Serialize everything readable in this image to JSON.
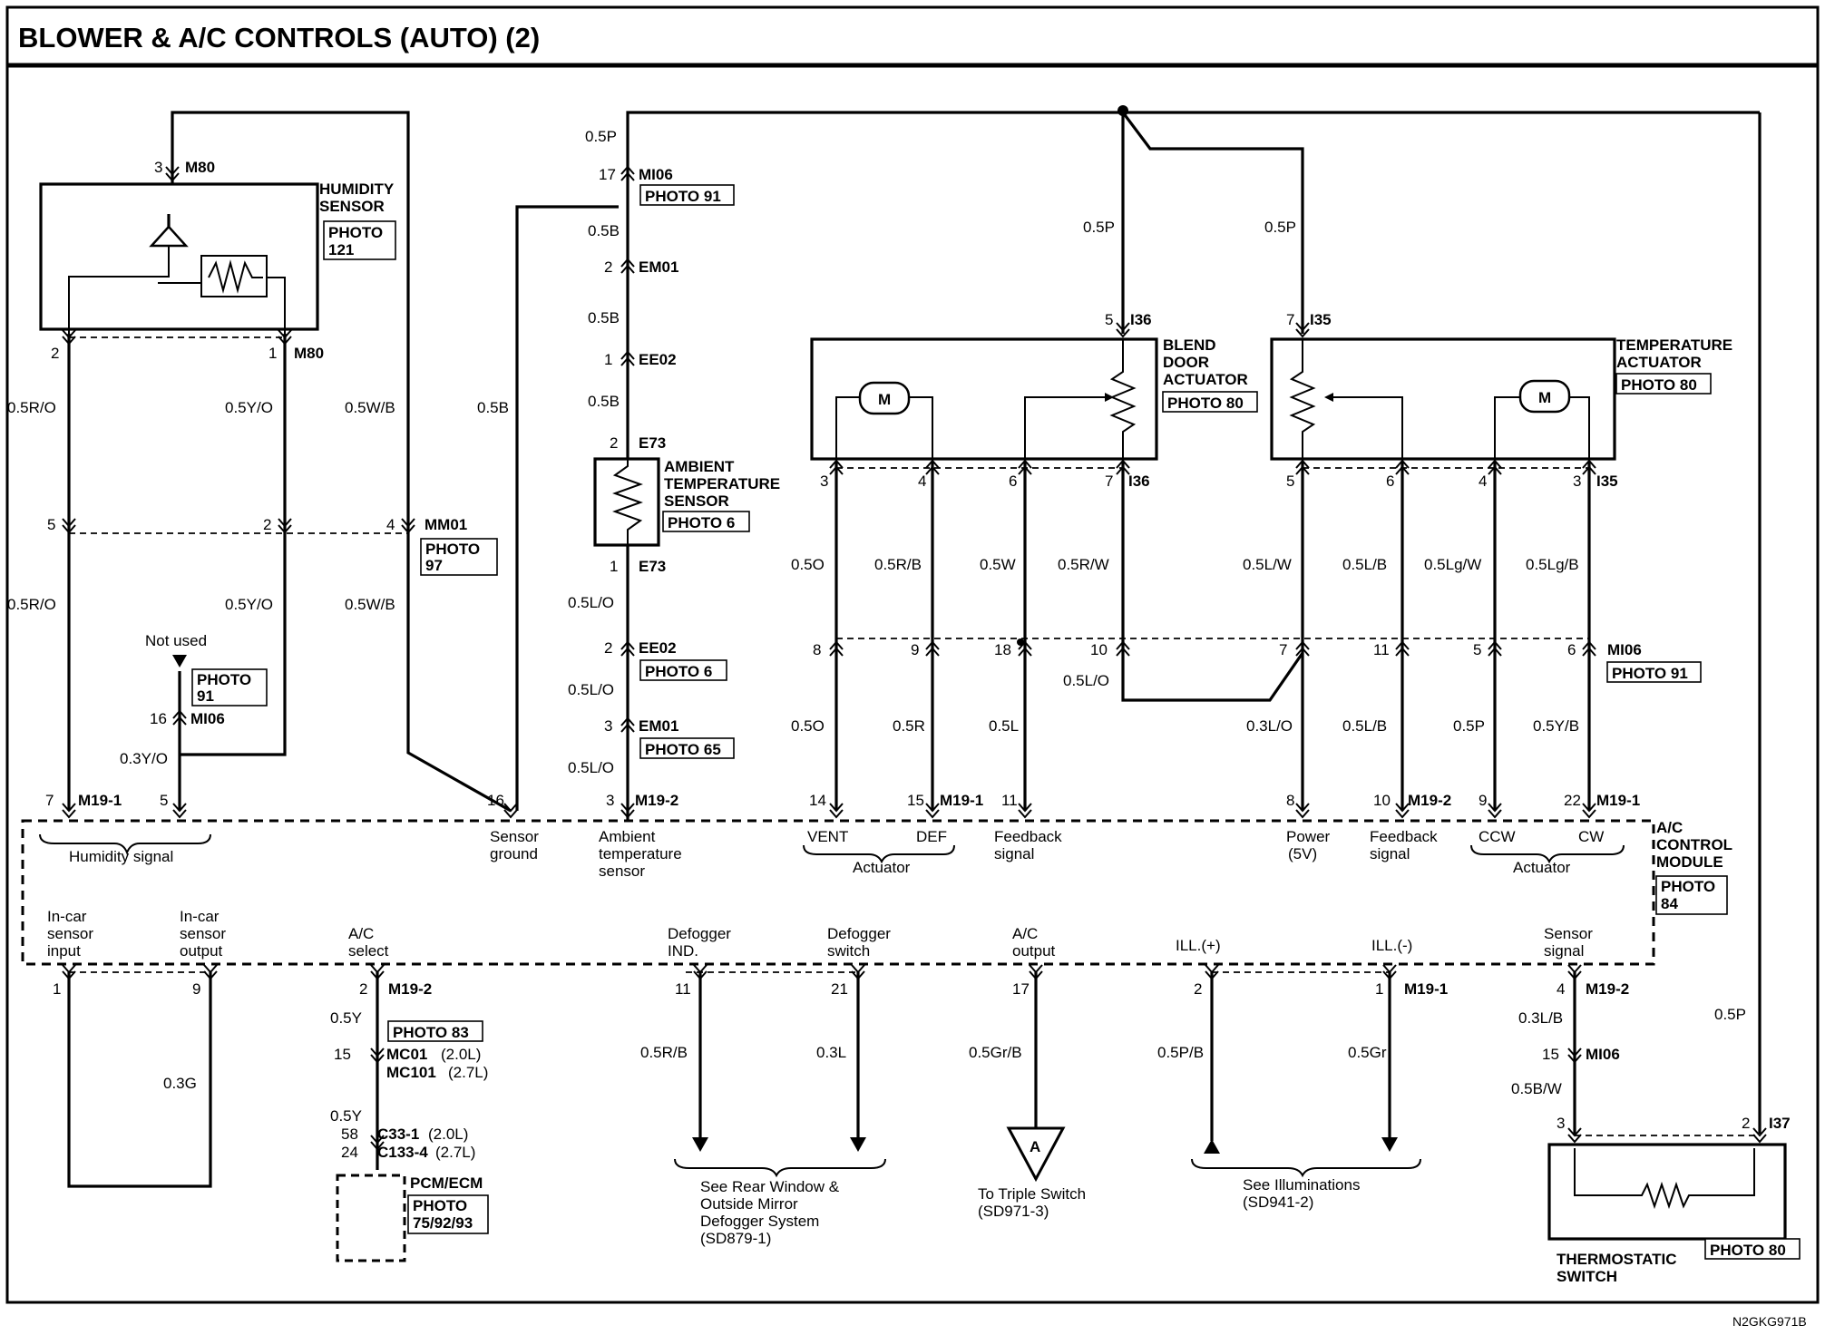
{
  "title": "BLOWER & A/C CONTROLS (AUTO) (2)",
  "footer_code": "N2GKG971B",
  "components": {
    "humidity_sensor": {
      "name": "HUMIDITY SENSOR",
      "photo": "PHOTO 121"
    },
    "ambient_sensor": {
      "name": "AMBIENT TEMPERATURE SENSOR",
      "photo": "PHOTO 6"
    },
    "blend_door": {
      "name": "BLEND DOOR ACTUATOR",
      "photo": "PHOTO 80"
    },
    "temp_actuator": {
      "name": "TEMPERATURE ACTUATOR",
      "photo": "PHOTO 80"
    },
    "ac_module": {
      "name": "A/C CONTROL MODULE",
      "photo": "PHOTO 84"
    },
    "thermostatic": {
      "name": "THERMOSTATIC SWITCH",
      "photo": "PHOTO 80"
    },
    "pcm": {
      "name": "PCM/ECM",
      "photo": "PHOTO 75/92/93"
    },
    "motor_label": "M"
  },
  "connectors": {
    "M80": "M80",
    "MM01": "MM01",
    "MI06": "MI06",
    "M19_1": "M19-1",
    "M19_2": "M19-2",
    "EM01": "EM01",
    "EE02": "EE02",
    "E73": "E73",
    "I36": "I36",
    "I35": "I35",
    "I37": "I37",
    "MC01": "MC01",
    "MC01_note": "(2.0L)",
    "MC101": "MC101",
    "MC101_note": "(2.7L)",
    "C33": "C33-1",
    "C33_note": "(2.0L)",
    "C133": "C133-4",
    "C133_note": "(2.7L)"
  },
  "photos": {
    "p97": "PHOTO 97",
    "p91": "PHOTO 91",
    "p6": "PHOTO 6",
    "p65": "PHOTO 65",
    "p83": "PHOTO 83"
  },
  "wires": {
    "r_o": "0.5R/O",
    "y_o": "0.5Y/O",
    "w_b": "0.5W/B",
    "b": "0.5B",
    "p": "0.5P",
    "l_o": "0.5L/O",
    "y_o03": "0.3Y/O",
    "o": "0.5O",
    "r_b": "0.5R/B",
    "w": "0.5W",
    "r_w": "0.5R/W",
    "l_w": "0.5L/W",
    "l_b": "0.5L/B",
    "lg_w": "0.5Lg/W",
    "lg_b": "0.5Lg/B",
    "r": "0.5R",
    "l": "0.5L",
    "l_o03": "0.3L/O",
    "y_b": "0.5Y/B",
    "y": "0.5Y",
    "g03": "0.3G",
    "r_b_def": "0.5R/B",
    "l03": "0.3L",
    "gr_b": "0.5Gr/B",
    "p_b": "0.5P/B",
    "gr": "0.5Gr",
    "l_b03": "0.3L/B",
    "b_w": "0.5B/W",
    "p_therm": "0.5P"
  },
  "signals": {
    "humidity": "Humidity signal",
    "sensor_ground": "Sensor ground",
    "ambient": "Ambient temperature sensor",
    "vent": "VENT",
    "def": "DEF",
    "actuator": "Actuator",
    "feedback": "Feedback signal",
    "power": "Power",
    "power_v": "(5V)",
    "ccw": "CCW",
    "cw": "CW",
    "incar_in": "In-car sensor input",
    "incar_out": "In-car sensor output",
    "ac_select": "A/C select",
    "defog_ind": "Defogger IND.",
    "defog_sw": "Defogger switch",
    "ac_output": "A/C output",
    "ill_p": "ILL.(+)",
    "ill_m": "ILL.(-)",
    "sensor_signal": "Sensor signal",
    "not_used": "Not used"
  },
  "references": {
    "rear_window": "See Rear Window & Outside Mirror Defogger System (SD879-1)",
    "triple": "To Triple Switch (SD971-3)",
    "triple_letter": "A",
    "illum": "See Illuminations (SD941-2)"
  },
  "pins": {
    "p1": "1",
    "p2": "2",
    "p3": "3",
    "p4": "4",
    "p5": "5",
    "p6": "6",
    "p7": "7",
    "p8": "8",
    "p9": "9",
    "p10": "10",
    "p11": "11",
    "p14": "14",
    "p15": "15",
    "p16": "16",
    "p17": "17",
    "p18": "18",
    "p21": "21",
    "p22": "22",
    "p24": "24",
    "p58": "58"
  }
}
